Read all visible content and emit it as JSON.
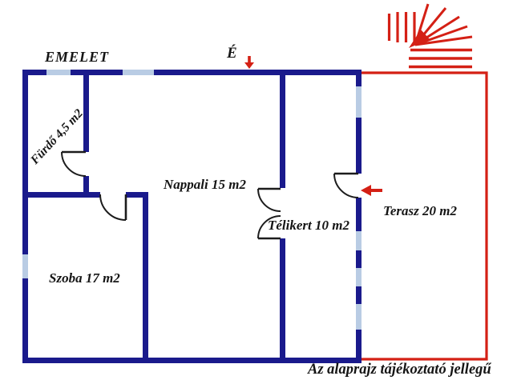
{
  "title": "EMELET",
  "north": {
    "label": "É"
  },
  "rooms": {
    "furdo": {
      "label": "Fürdő 4,5 m2"
    },
    "nappali": {
      "label": "Nappali 15 m2"
    },
    "szoba": {
      "label": "Szoba 17 m2"
    },
    "telikert": {
      "label": "Télikert 10 m2"
    },
    "terasz": {
      "label": "Terasz 20 m2"
    }
  },
  "disclaimer": "Az alaprajz tájékoztató jellegű",
  "icons": {
    "stairs": "stairs-icon",
    "north_arrow": "north-arrow-icon",
    "entrance_arrow": "entrance-arrow-icon"
  },
  "colors": {
    "wall": "#1a1a8c",
    "window": "#b9cce4",
    "accent_red": "#d42015",
    "door": "#1c1c1c",
    "text": "#151515",
    "background": "#ffffff"
  }
}
